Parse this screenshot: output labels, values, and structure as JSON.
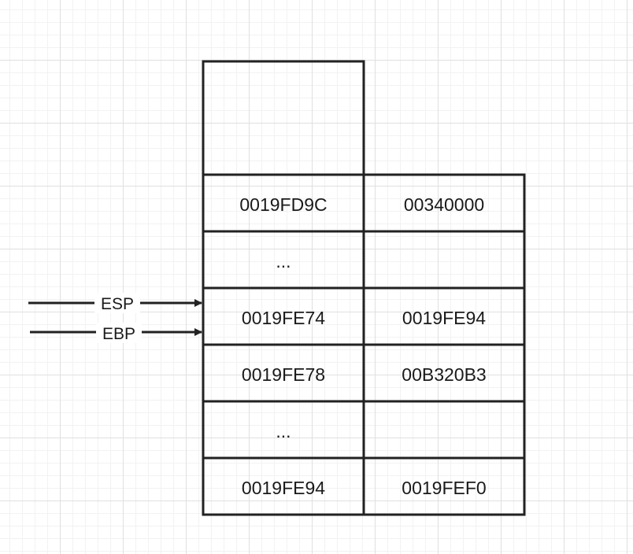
{
  "colors": {
    "stroke": "#222222",
    "text": "#1a1a1a"
  },
  "stack": {
    "rows": [
      {
        "address": "",
        "value": ""
      },
      {
        "address": "0019FD9C",
        "value": "00340000"
      },
      {
        "address": "...",
        "value": ""
      },
      {
        "address": "0019FE74",
        "value": "0019FE94"
      },
      {
        "address": "0019FE78",
        "value": "00B320B3"
      },
      {
        "address": "...",
        "value": ""
      },
      {
        "address": "0019FE94",
        "value": "0019FEF0"
      }
    ]
  },
  "pointers": {
    "esp": {
      "label": "ESP"
    },
    "ebp": {
      "label": "EBP"
    }
  }
}
